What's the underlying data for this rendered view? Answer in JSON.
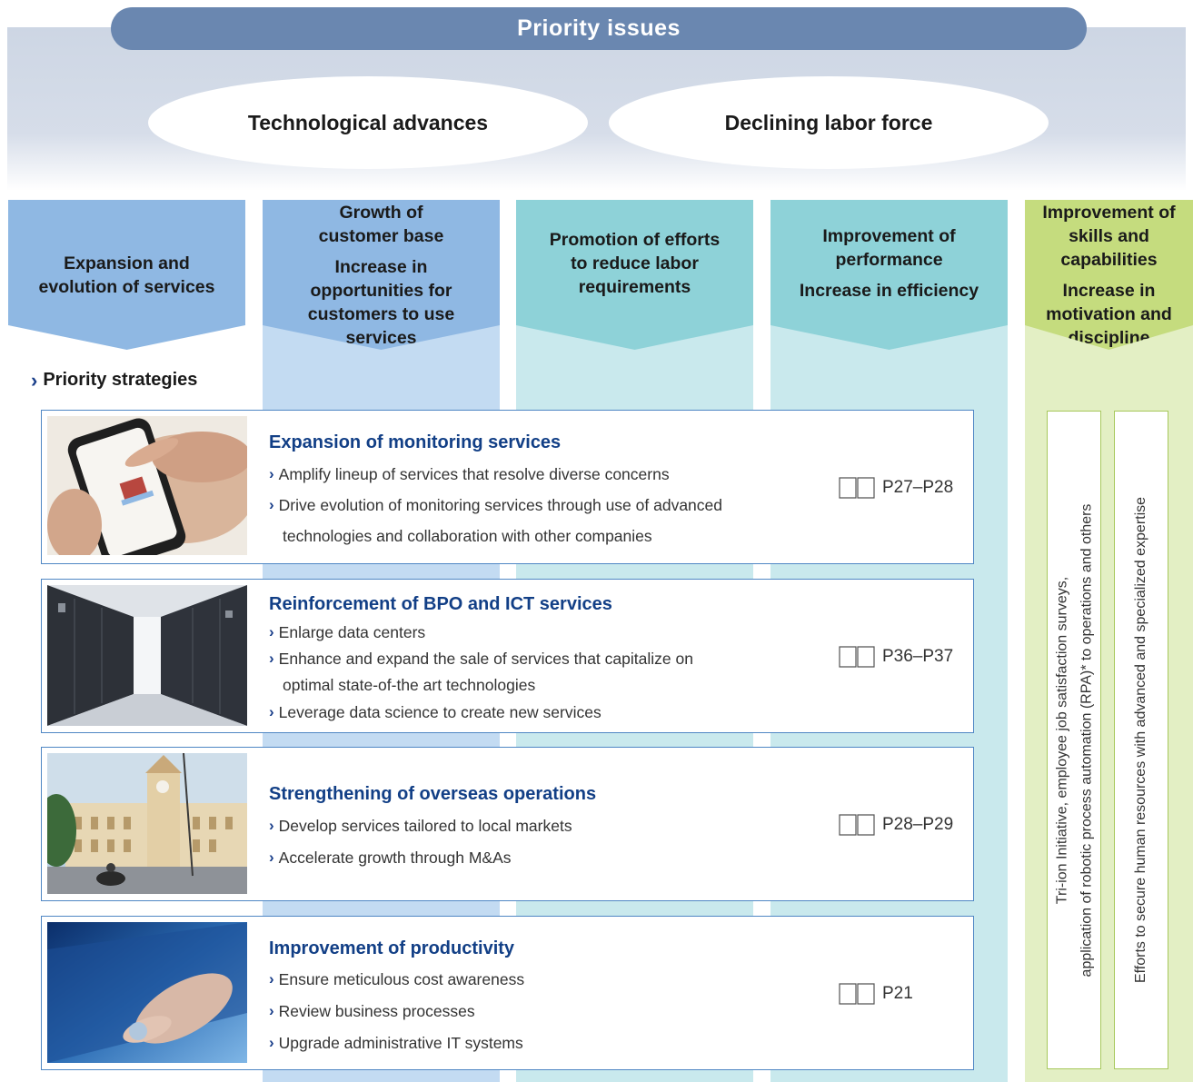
{
  "header": {
    "title": "Priority issues",
    "issues": [
      "Technological advances",
      "Declining labor force"
    ]
  },
  "columns": [
    {
      "lines": [
        "Expansion and",
        "evolution of services"
      ]
    },
    {
      "lines": [
        "Growth of",
        "customer base",
        "Increase in",
        "opportunities for",
        "customers to use",
        "services"
      ]
    },
    {
      "lines": [
        "Promotion of efforts",
        "to reduce labor",
        "requirements"
      ]
    },
    {
      "lines": [
        "Improvement of",
        "performance",
        "Increase in efficiency"
      ]
    },
    {
      "lines": [
        "Improvement of",
        "skills and",
        "capabilities",
        "Increase in",
        "motivation and",
        "discipline"
      ]
    }
  ],
  "priority_label": "Priority strategies",
  "strategies": [
    {
      "title": "Expansion of monitoring services",
      "bullets": [
        "Amplify lineup of services that resolve diverse concerns",
        "Drive evolution of monitoring services through use of advanced",
        "technologies and collaboration with other companies"
      ],
      "ref": "P27–P28",
      "image": "smartphone-monitoring-photo"
    },
    {
      "title": "Reinforcement of BPO and ICT services",
      "bullets": [
        "Enlarge data centers",
        "Enhance and expand the sale of services that capitalize on",
        "optimal state-of-the art technologies",
        "Leverage data science to create new services"
      ],
      "ref": "P36–P37",
      "image": "data-center-photo"
    },
    {
      "title": "Strengthening of overseas operations",
      "bullets": [
        "Develop services tailored to local markets",
        "Accelerate growth through M&As"
      ],
      "ref": "P28–P29",
      "image": "overseas-building-photo"
    },
    {
      "title": "Improvement of productivity",
      "bullets": [
        "Ensure meticulous cost awareness",
        "Review business processes",
        "Upgrade administrative IT systems"
      ],
      "ref": "P21",
      "image": "touchscreen-photo"
    }
  ],
  "right_boxes": [
    {
      "lines": [
        "Tri-ion Initiative, employee job satisfaction surveys,",
        "application of robotic process automation (RPA)* to operations and others"
      ]
    },
    {
      "lines": [
        "Efforts to secure human resources with advanced and specialized expertise"
      ]
    }
  ],
  "colors": {
    "title_bar": "#6a87b0",
    "col_blue_head": "#8fb8e3",
    "col_blue_body": "#c3dbf2",
    "col_teal_head": "#8ed2d8",
    "col_teal_body": "#c9e9ed",
    "col_green_head": "#c5dc7e",
    "col_green_body": "#e3efc4",
    "accent": "#123f86"
  }
}
